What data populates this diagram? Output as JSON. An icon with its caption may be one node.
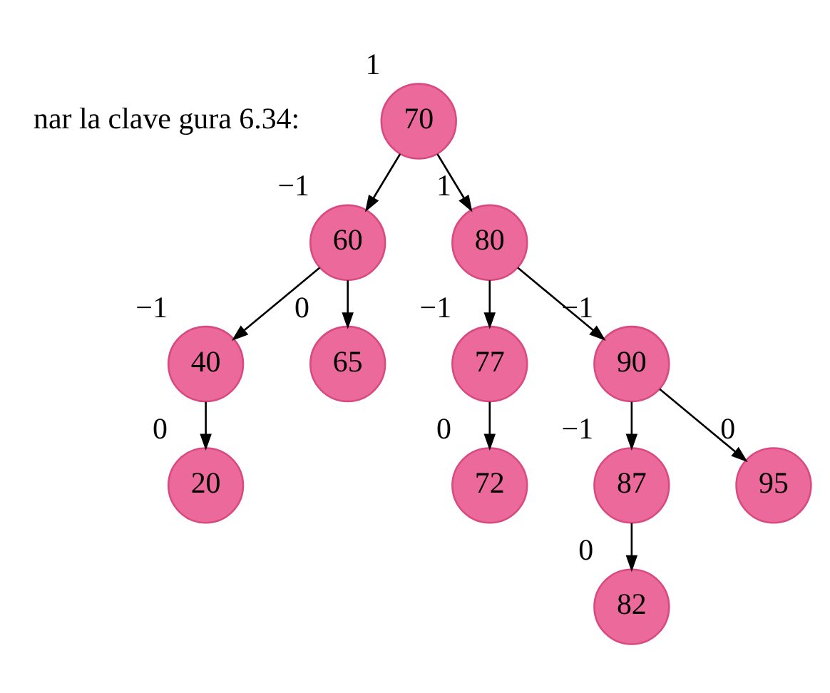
{
  "diagram": {
    "nodes": [
      {
        "text": [
          "70"
        ],
        "beside": [
          "1"
        ]
      },
      {
        "text": [
          "60"
        ],
        "beside": [
          "−1"
        ]
      },
      {
        "text": [
          "80"
        ],
        "beside": [
          "1"
        ]
      },
      {
        "text": [
          "40"
        ],
        "beside": [
          "−1"
        ]
      },
      {
        "text": [
          "65"
        ],
        "beside": [
          "0"
        ]
      },
      {
        "text": [
          "77"
        ],
        "beside": [
          "−1"
        ]
      },
      {
        "text": [
          "90"
        ],
        "beside": [
          "−1"
        ]
      },
      {
        "text": [
          "20"
        ],
        "beside": [
          "0"
        ]
      },
      {
        "text": [
          "72"
        ],
        "beside": [
          "0"
        ]
      },
      {
        "text": [
          "87"
        ],
        "beside": [
          "−1"
        ]
      },
      {
        "text": [
          "95"
        ],
        "beside": [
          "0"
        ]
      },
      {
        "text": [
          "82"
        ],
        "beside": [
          "0"
        ]
      }
    ],
    "edges": [
      {
        "from": 0,
        "to": 1,
        "arrow": "to"
      },
      {
        "from": 0,
        "to": 2,
        "arrow": "to"
      },
      {
        "from": 1,
        "to": 3,
        "arrow": "to"
      },
      {
        "from": 1,
        "to": 4,
        "arrow": "to"
      },
      {
        "from": 2,
        "to": 5,
        "arrow": "to"
      },
      {
        "from": 2,
        "to": 6,
        "arrow": "to"
      },
      {
        "from": 3,
        "to": 7,
        "arrow": "to"
      },
      {
        "from": 5,
        "to": 8,
        "arrow": "to"
      },
      {
        "from": 6,
        "to": 9,
        "arrow": "to"
      },
      {
        "from": 6,
        "to": 10,
        "arrow": "to"
      },
      {
        "from": 9,
        "to": 11,
        "arrow": "to"
      }
    ],
    "labels": [
      "nar la clave gura 6.34:"
    ]
  }
}
